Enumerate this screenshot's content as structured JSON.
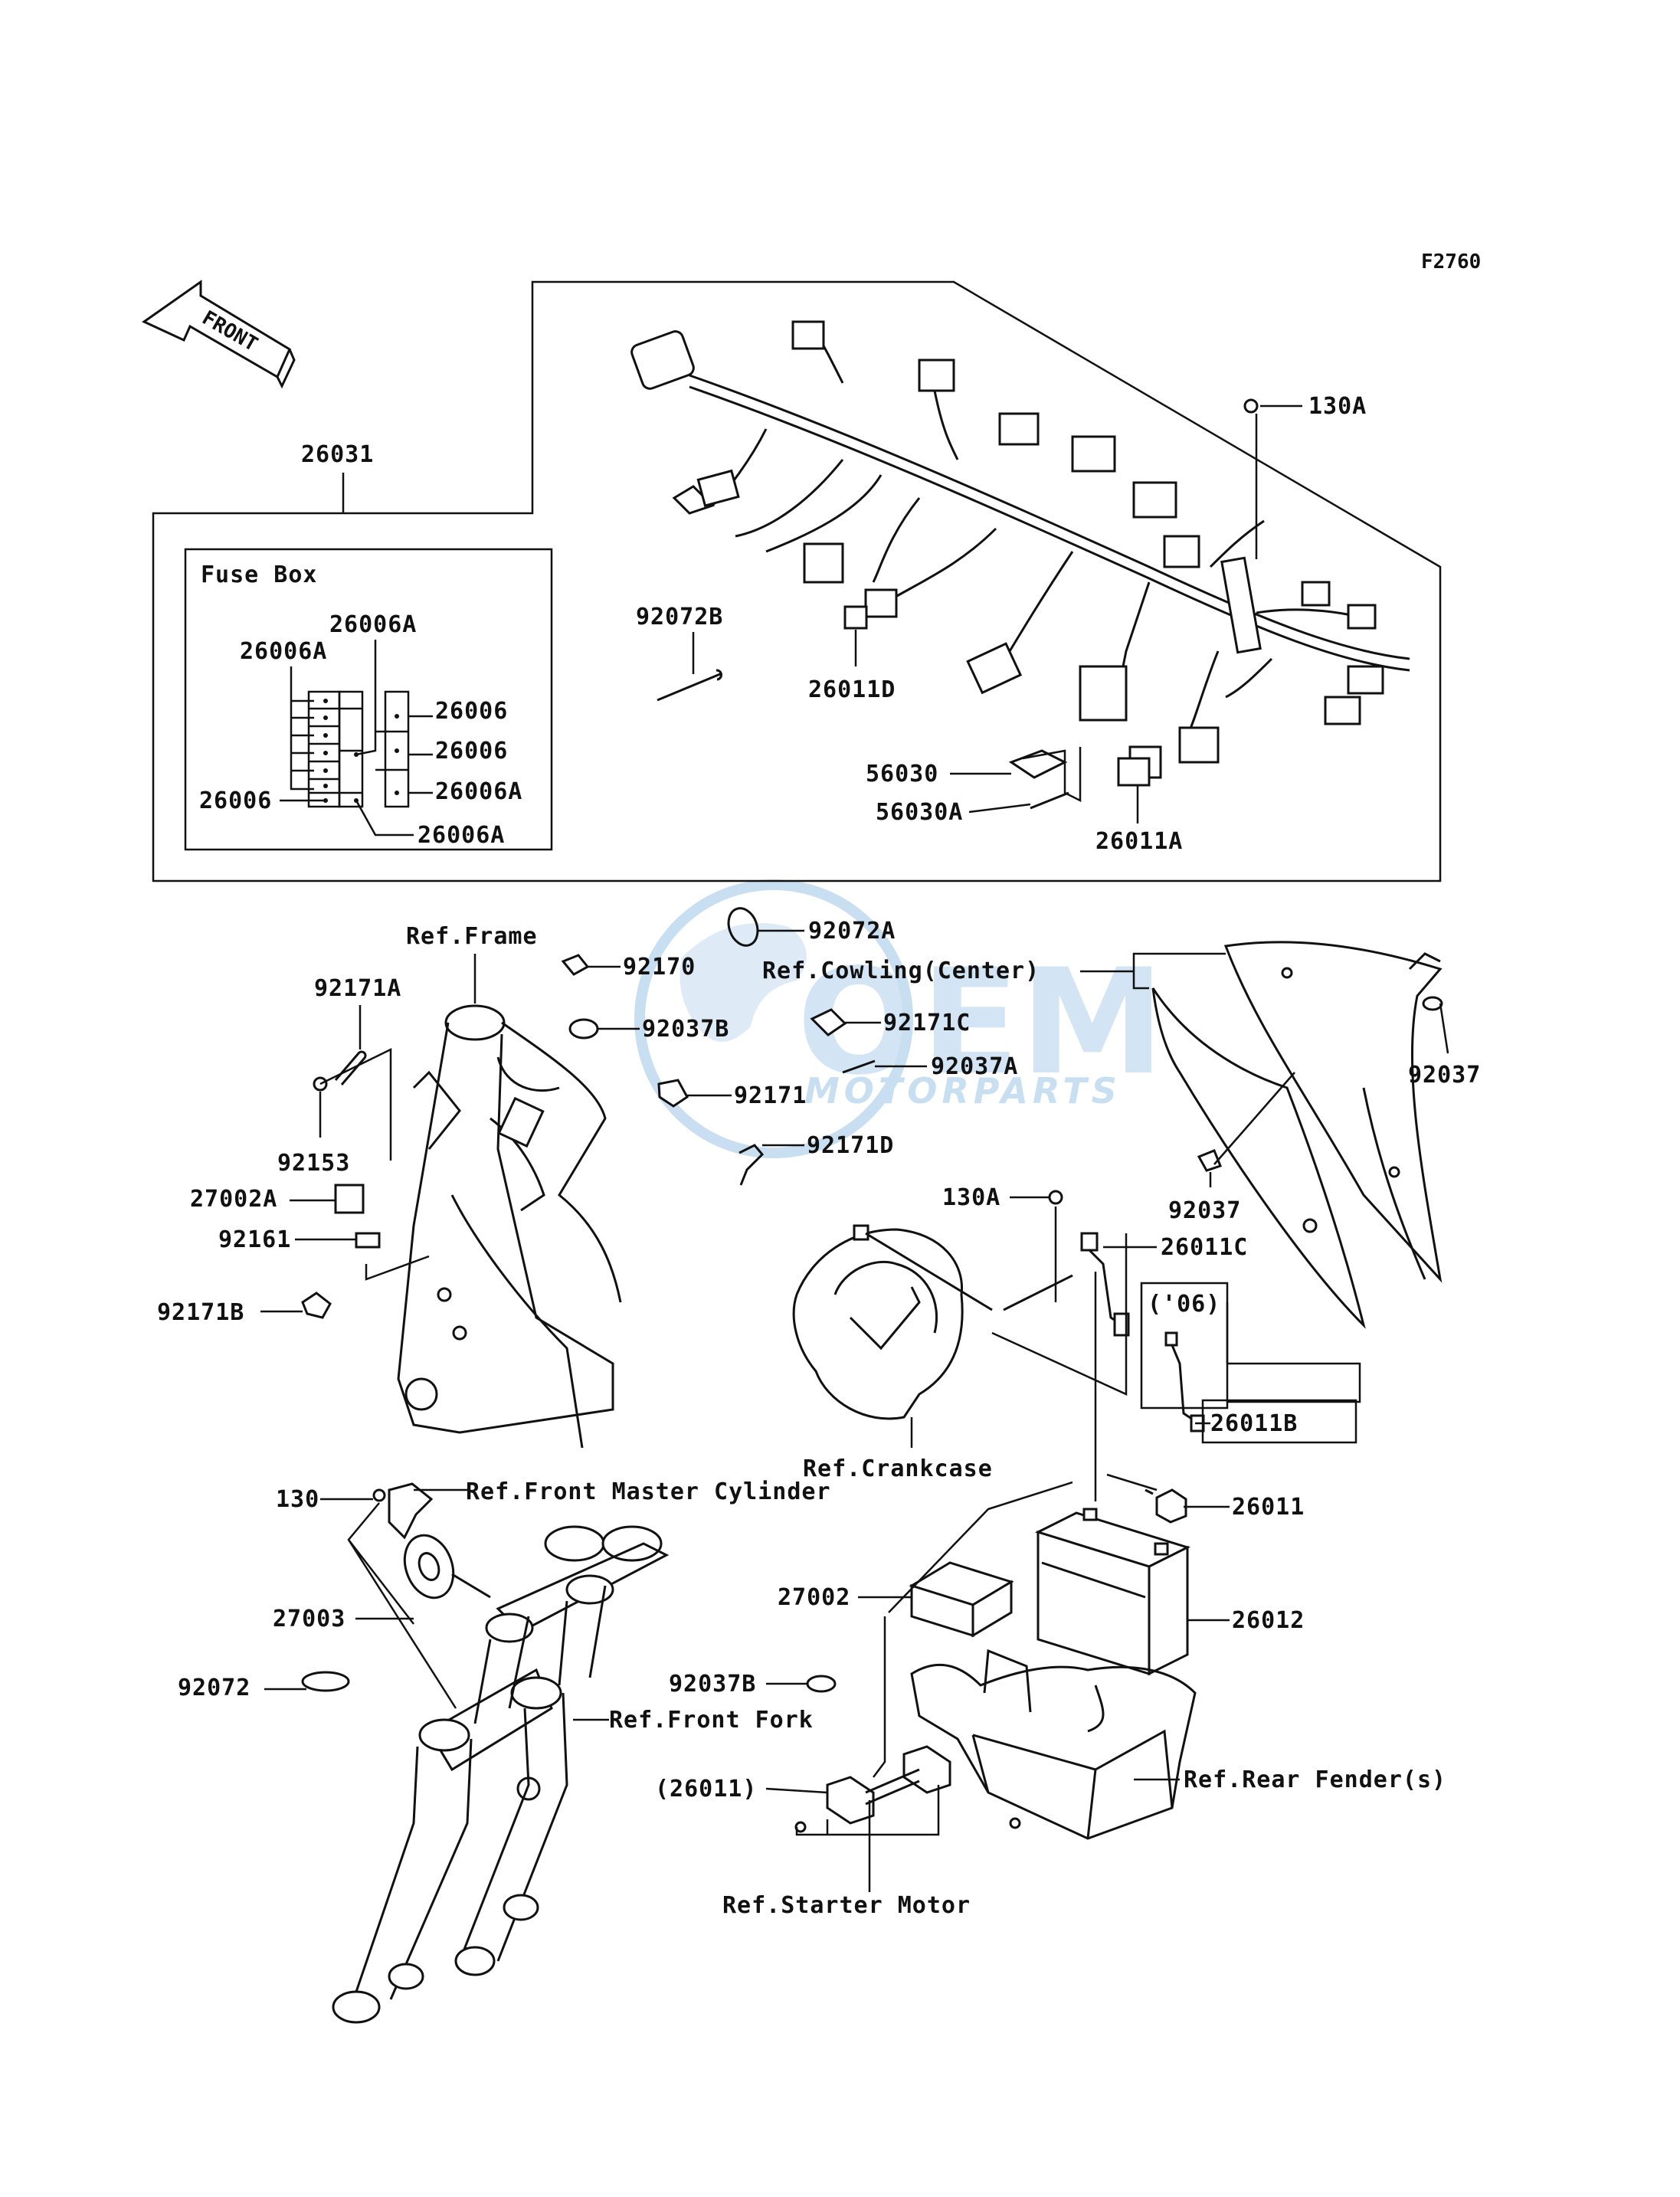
{
  "figure_code": "F2760",
  "front_arrow": "FRONT",
  "watermark": {
    "brand": "OEM",
    "sub": "MOTORPARTS",
    "color": "#9cc4e6"
  },
  "fuse_box": {
    "title": "Fuse Box",
    "labels": [
      "26006A",
      "26006A",
      "26006",
      "26006",
      "26006",
      "26006A",
      "26006A"
    ]
  },
  "labels": {
    "l_26031": "26031",
    "l_130A_top": "130A",
    "l_92072B": "92072B",
    "l_26011D": "26011D",
    "l_56030": "56030",
    "l_56030A": "56030A",
    "l_26011A": "26011A",
    "l_92072A": "92072A",
    "l_ref_frame": "Ref.Frame",
    "l_92170": "92170",
    "l_ref_cowling": "Ref.Cowling(Center)",
    "l_92171A": "92171A",
    "l_92037B_top": "92037B",
    "l_92171C": "92171C",
    "l_92037": "92037",
    "l_92037A": "92037A",
    "l_92171": "92171",
    "l_92153": "92153",
    "l_92171D": "92171D",
    "l_27002A": "27002A",
    "l_130A_mid": "130A",
    "l_92037_mid": "92037",
    "l_92161": "92161",
    "l_26011C": "26011C",
    "l_06": "('06)",
    "l_92171B": "92171B",
    "l_26011B": "26011B",
    "l_ref_crankcase": "Ref.Crankcase",
    "l_130": "130",
    "l_ref_master": "Ref.Front Master Cylinder",
    "l_26011": "26011",
    "l_27002": "27002",
    "l_27003": "27003",
    "l_26012": "26012",
    "l_92037B_bot": "92037B",
    "l_92072": "92072",
    "l_ref_fork": "Ref.Front Fork",
    "l_26011p": "(26011)",
    "l_ref_fender": "Ref.Rear Fender(s)",
    "l_ref_starter": "Ref.Starter Motor"
  }
}
